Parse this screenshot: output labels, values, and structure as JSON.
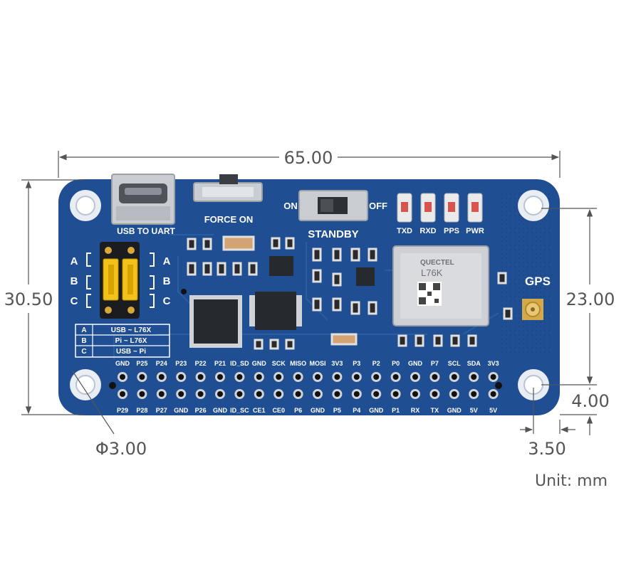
{
  "dimensions": {
    "width": "65.00",
    "height": "30.50",
    "hole_span": "23.00",
    "hole_offset_y": "4.00",
    "hole_offset_x": "3.50",
    "hole_diameter": "Φ3.00",
    "unit": "Unit: mm"
  },
  "board": {
    "usb_label": "USB TO UART",
    "force_on_label": "FORCE ON",
    "switch_on": "ON",
    "switch_off": "OFF",
    "standby_label": "STANDBY",
    "leds": [
      "TXD",
      "RXD",
      "PPS",
      "PWR"
    ],
    "gps_label": "GPS",
    "module_brand": "QUECTEL",
    "module_model": "L76K",
    "jumper_rows": [
      "A",
      "B",
      "C"
    ],
    "mode_table": [
      {
        "key": "A",
        "value": "USB ~ L76X"
      },
      {
        "key": "B",
        "value": "Pi ~ L76X"
      },
      {
        "key": "C",
        "value": "USB ~ Pi"
      }
    ],
    "pins_top": [
      "GND",
      "P25",
      "P24",
      "P23",
      "P22",
      "P21",
      "ID_SD",
      "GND",
      "SCK",
      "MISO",
      "MOSI",
      "3V3",
      "P3",
      "P2",
      "P0",
      "GND",
      "P7",
      "SCL",
      "SDA",
      "3V3"
    ],
    "pins_bottom": [
      "P29",
      "P28",
      "P27",
      "GND",
      "P26",
      "GND",
      "ID_SC",
      "CE1",
      "CE0",
      "P6",
      "GND",
      "P5",
      "P4",
      "GND",
      "P1",
      "RX",
      "TX",
      "GND",
      "5V",
      "5V"
    ]
  },
  "colors": {
    "pcb": "#1f4f92",
    "silkscreen": "#ffffff",
    "dimension": "#555555"
  }
}
